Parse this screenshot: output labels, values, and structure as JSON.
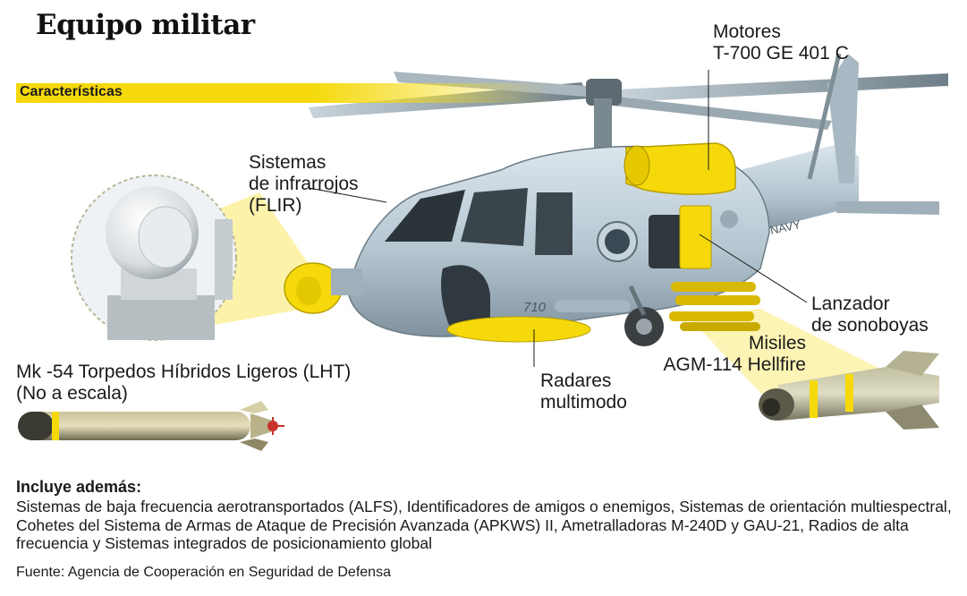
{
  "title": "Equipo militar",
  "subtitle": "Características",
  "labels": {
    "motores_line1": "Motores",
    "motores_line2": "T-700 GE 401 C",
    "flir_line1": "Sistemas",
    "flir_line2": "de infrarrojos",
    "flir_line3": "(FLIR)",
    "lanzador_line1": "Lanzador",
    "lanzador_line2": "de sonoboyas",
    "misiles_line1": "Misiles",
    "misiles_line2": "AGM-114 Hellfire",
    "radares_line1": "Radares",
    "radares_line2": "multimodo",
    "torpedo_line1": "Mk -54 Torpedos Híbridos Ligeros (LHT)",
    "torpedo_line2": "(No a escala)"
  },
  "helicopter_markings": {
    "number": "710",
    "navy": "NAVY"
  },
  "footer": {
    "heading": "Incluye además:",
    "body": "Sistemas de baja frecuencia aerotransportados (ALFS), Identificadores de amigos o enemigos, Sistemas de orientación multiespectral, Cohetes del Sistema de Armas de Ataque de Precisión Avanzada (APKWS) II, Ametralladoras M-240D y GAU-21, Radios de alta frecuencia y Sistemas integrados de posicionamiento global",
    "source": "Fuente: Agencia de Cooperación en Seguridad de Defensa"
  },
  "colors": {
    "highlight": "#f5d90a",
    "fuselage": "#b9c9d3",
    "dark": "#2b3236"
  }
}
